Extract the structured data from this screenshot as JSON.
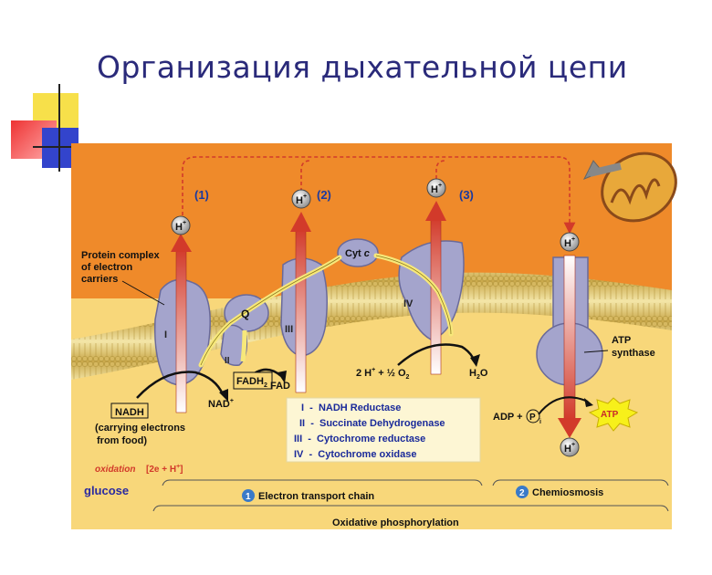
{
  "slide_title": "Организация дыхательной цепи",
  "colors": {
    "top_bg": "#ef8a2a",
    "bottom_bg": "#f8d77a",
    "membrane": "#d9c27a",
    "protein": "#a4a4cc",
    "arrow_red": "#d23a2a",
    "title": "#2a2a7a",
    "legend_text": "#1a2a9a"
  },
  "labels": {
    "step1": "(1)",
    "step2": "(2)",
    "step3": "(3)",
    "h_plus": "H",
    "h_sup": "+",
    "protein_complex": [
      "Protein complex",
      "of electron",
      "carriers"
    ],
    "complex_i": "I",
    "complex_ii": "II",
    "complex_iii": "III",
    "complex_iv": "IV",
    "q": "Q",
    "cyt": "Cyt",
    "cyt_c": "c",
    "atp_synthase": [
      "ATP",
      "synthase"
    ],
    "nadh": "NADH",
    "nad_plus": "NAD",
    "fadh": "FADH",
    "fadh_sub": "2",
    "fad": "FAD",
    "carrying": [
      "(carrying electrons",
      "from food)"
    ],
    "oxidation": "oxidation",
    "oxidation_bracket": "[2e + H",
    "glucose": "glucose",
    "water_left": "2 H",
    "water_mid": " + ½ O",
    "water_sub": "2",
    "h2o": "H",
    "h2o_sub": "2",
    "h2o_end": "O",
    "adp": "ADP +",
    "pi": "P",
    "pi_sub": "i",
    "atp": "ATP",
    "etc_num": "1",
    "etc": "Electron transport chain",
    "chemi_num": "2",
    "chemi": "Chemiosmosis",
    "oxphos": "Oxidative phosphorylation"
  },
  "legend": [
    "I  -  NADH Reductase",
    "II  -  Succinate Dehydrogenase",
    "III  -  Cytochrome reductase",
    "IV  -  Cytochrome oxidase"
  ]
}
